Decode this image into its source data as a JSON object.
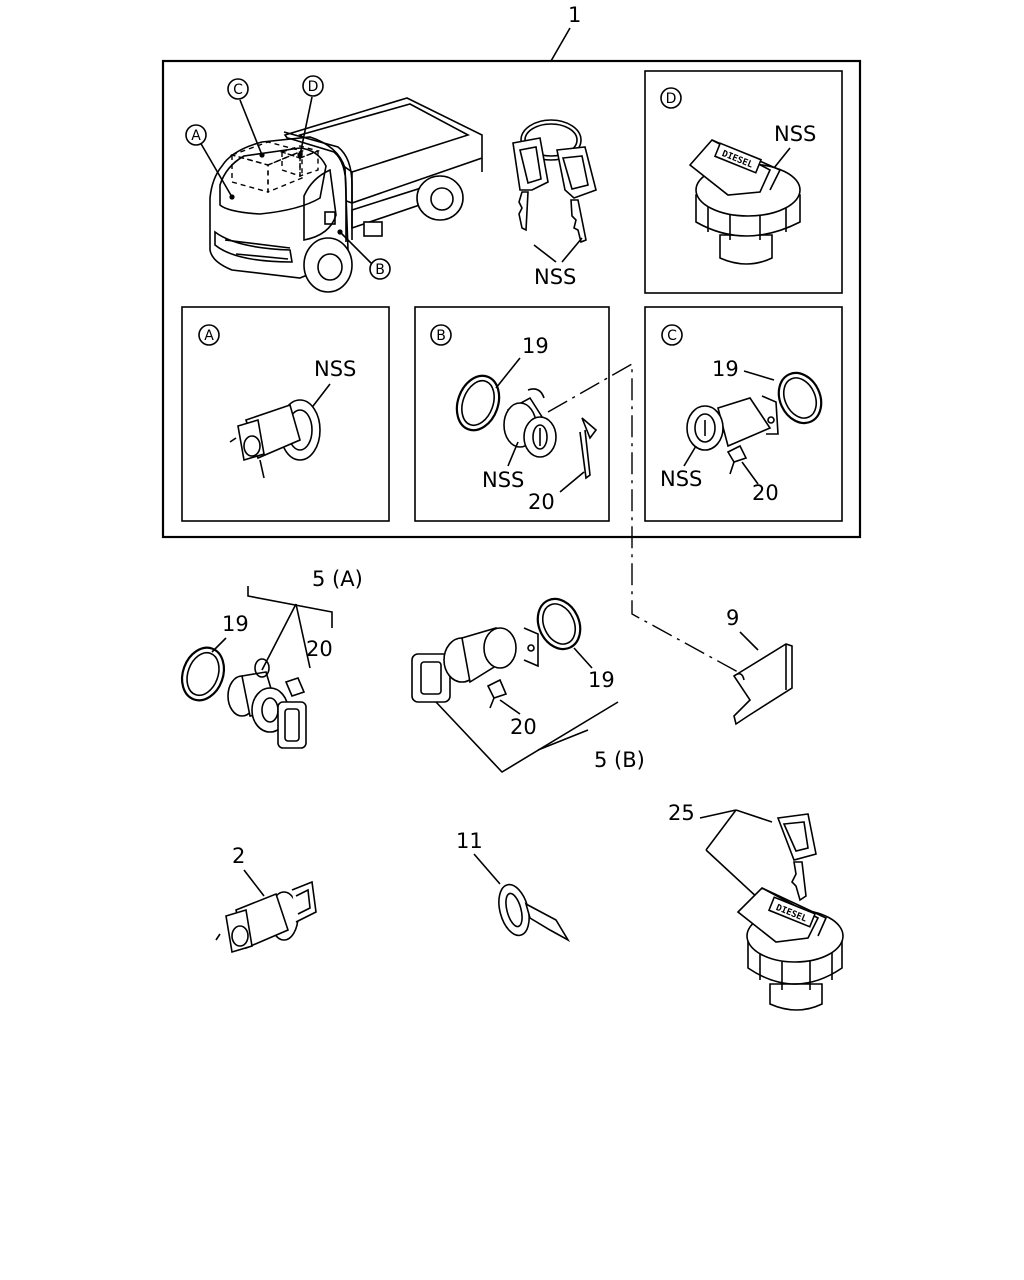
{
  "labels": {
    "kit_number": "1",
    "nss_dcap": "NSS",
    "nss_keys": "NSS",
    "nss_a": "NSS",
    "nss_b": "NSS",
    "nss_c": "NSS",
    "b_19": "19",
    "b_20": "20",
    "c_19": "19",
    "c_20": "20",
    "p5a": "5 (A)",
    "p5a_19": "19",
    "p5a_20": "20",
    "p5b": "5 (B)",
    "p5b_19": "19",
    "p5b_20": "20",
    "p9": "9",
    "p2": "2",
    "p11": "11",
    "p25": "25"
  },
  "callouts": {
    "truck_a": "A",
    "truck_b": "B",
    "truck_c": "C",
    "truck_d": "D",
    "panel_a": "A",
    "panel_b": "B",
    "panel_c": "C",
    "panel_d": "D"
  },
  "cap_text": {
    "diesel_d": "DIESEL",
    "diesel_25": "DIESEL"
  }
}
